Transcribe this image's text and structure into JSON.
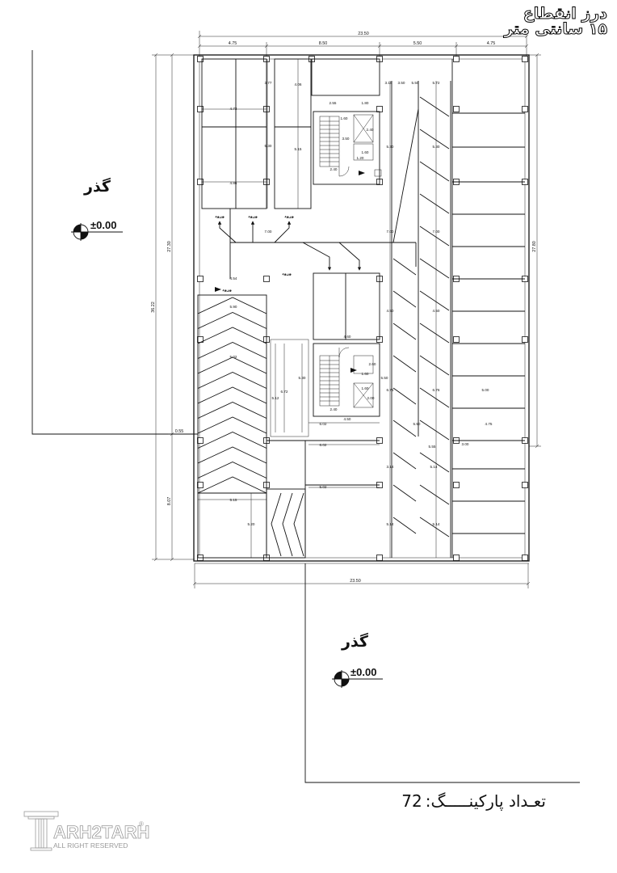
{
  "note": {
    "line1": "درز انقطاع",
    "line2": "۱۵ سانتی متر"
  },
  "streets": {
    "left_label": "گذر",
    "bottom_label": "گذر"
  },
  "levels": {
    "left": "±0.00",
    "bottom": "±0.00"
  },
  "overall_dims": {
    "top_total": "23.50",
    "bottom_total": "23.50",
    "right_height": "27.80",
    "left_total": "36.22",
    "left_upper": "27.30",
    "left_lower": "8.07",
    "left_offset": "0.55"
  },
  "top_segments": [
    "4.75",
    "8.50",
    "5.50",
    "4.75"
  ],
  "interior_dims": [
    "4.73",
    "3.77",
    "4.06",
    "5.30",
    "5.15",
    "4.86",
    "2.55",
    "1.80",
    "1.60",
    "2.40",
    "3.50",
    "1.60",
    "1.20",
    "2.40",
    "3.15",
    "3.50",
    "5.50",
    "5.72",
    "5.30",
    "5.30",
    "7.00",
    "7.00",
    "7.00",
    "4.54",
    "5.90",
    "4.50",
    "4.50",
    "4.60",
    "5.02",
    "2.60",
    "1.60",
    "5.50",
    "5.30",
    "6.72",
    "1.60",
    "6.76",
    "6.76",
    "5.00",
    "5.12",
    "2.00",
    "2.40",
    "4.50",
    "6.02",
    "5.50",
    "4.75",
    "6.02",
    "5.55",
    "3.00",
    "3.14",
    "5.14",
    "5.02",
    "5.15",
    "5.20",
    "5.14",
    "5.14"
  ],
  "arrow_labels": [
    "ورود",
    "ورود",
    "ورود",
    "ورود",
    "ورود"
  ],
  "parking_count": {
    "label": "تعـداد پارکینـــــگ:",
    "value": "72"
  },
  "logo": {
    "name": "ARH2TARH",
    "tagline": "ALL RIGHT RESERVED",
    "registered": "®"
  }
}
